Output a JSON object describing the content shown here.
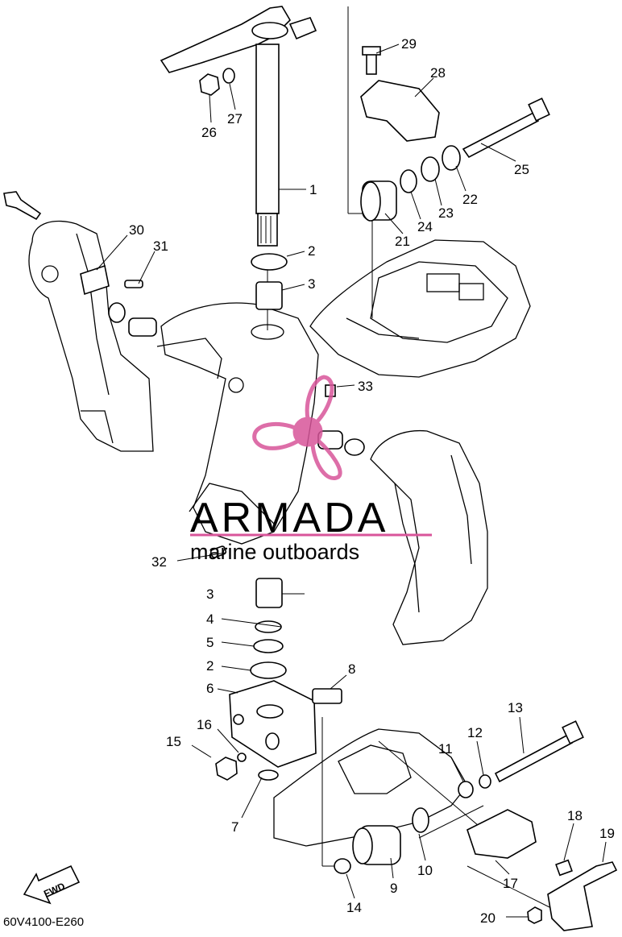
{
  "diagram": {
    "code": "60V4100-E260",
    "fwd_label": "FWD",
    "watermark": {
      "brand": "ARMADA",
      "tagline": "marine outboards",
      "color": "#d8559a"
    },
    "callouts": [
      {
        "id": "p1",
        "label": "1"
      },
      {
        "id": "p2a",
        "label": "2"
      },
      {
        "id": "p3a",
        "label": "3"
      },
      {
        "id": "p2b",
        "label": "2"
      },
      {
        "id": "p3b",
        "label": "3"
      },
      {
        "id": "p4",
        "label": "4"
      },
      {
        "id": "p5",
        "label": "5"
      },
      {
        "id": "p6",
        "label": "6"
      },
      {
        "id": "p7",
        "label": "7"
      },
      {
        "id": "p8",
        "label": "8"
      },
      {
        "id": "p9",
        "label": "9"
      },
      {
        "id": "p10",
        "label": "10"
      },
      {
        "id": "p11",
        "label": "11"
      },
      {
        "id": "p12",
        "label": "12"
      },
      {
        "id": "p13",
        "label": "13"
      },
      {
        "id": "p14",
        "label": "14"
      },
      {
        "id": "p15",
        "label": "15"
      },
      {
        "id": "p16",
        "label": "16"
      },
      {
        "id": "p17",
        "label": "17"
      },
      {
        "id": "p18",
        "label": "18"
      },
      {
        "id": "p19",
        "label": "19"
      },
      {
        "id": "p20",
        "label": "20"
      },
      {
        "id": "p21",
        "label": "21"
      },
      {
        "id": "p22",
        "label": "22"
      },
      {
        "id": "p23",
        "label": "23"
      },
      {
        "id": "p24",
        "label": "24"
      },
      {
        "id": "p25",
        "label": "25"
      },
      {
        "id": "p26",
        "label": "26"
      },
      {
        "id": "p27",
        "label": "27"
      },
      {
        "id": "p28",
        "label": "28"
      },
      {
        "id": "p29",
        "label": "29"
      },
      {
        "id": "p30",
        "label": "30"
      },
      {
        "id": "p31",
        "label": "31"
      },
      {
        "id": "p32",
        "label": "32"
      },
      {
        "id": "p33",
        "label": "33"
      }
    ]
  }
}
